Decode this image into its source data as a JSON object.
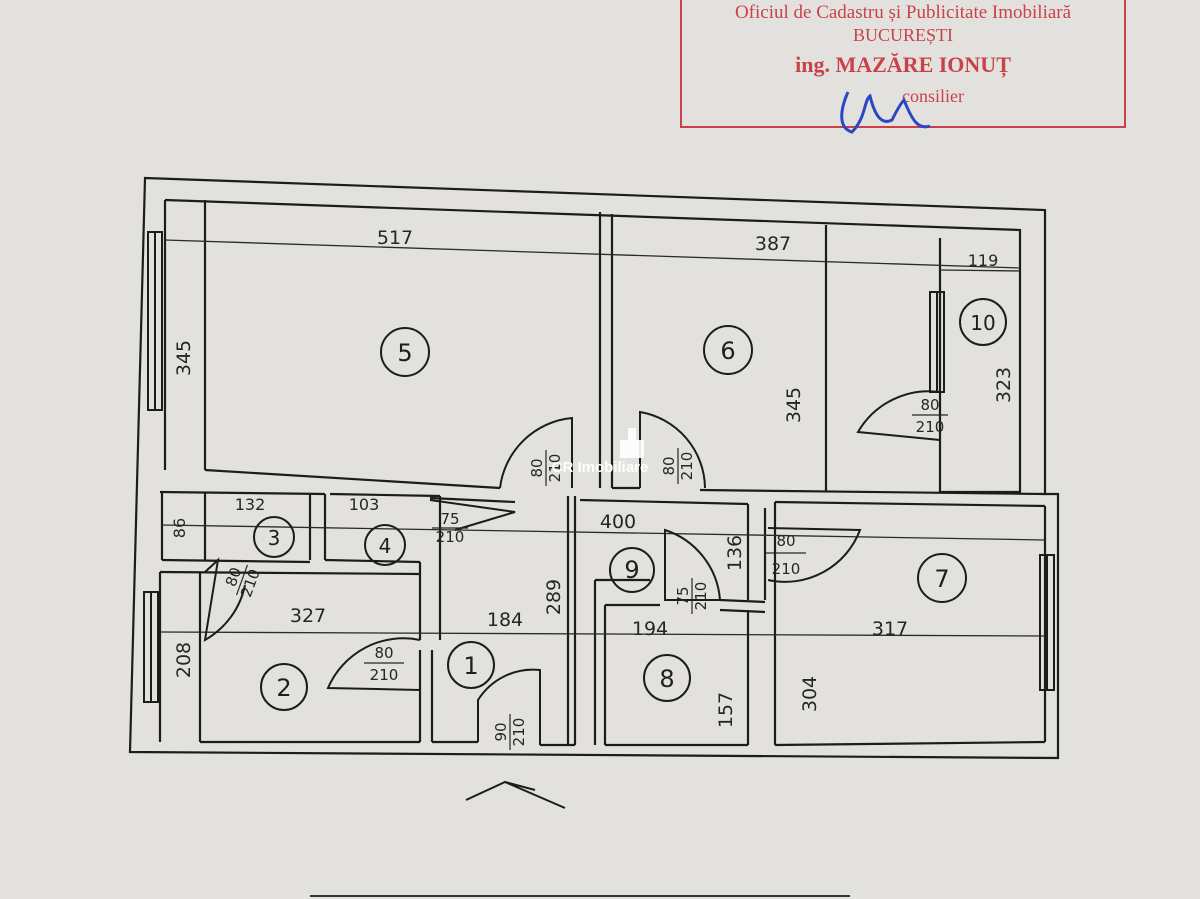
{
  "stamp": {
    "office": "Oficiul de Cadastru și Publicitate Imobiliară",
    "city": "BUCUREȘTI",
    "engineer": "ing. MAZĂRE IONUȚ",
    "role": "consilier"
  },
  "watermark": "CR Imobiliare",
  "rooms": [
    "1",
    "2",
    "3",
    "4",
    "5",
    "6",
    "7",
    "8",
    "9",
    "10"
  ],
  "dimensions": {
    "room5_width": "517",
    "room5_height": "345",
    "room6_width": "387",
    "room6_height": "345",
    "room10_width": "119",
    "room10_height": "323",
    "room3_width": "132",
    "room3_height": "86",
    "room4_width": "103",
    "hall_width": "400",
    "room2_width": "327",
    "room2_height": "208",
    "room1_width": "184",
    "room1_height": "289",
    "room8_width": "194",
    "room8_height": "157",
    "room9_height": "136",
    "room7_width": "317",
    "room7_height": "304"
  },
  "doors": {
    "d5": {
      "w": "80",
      "h": "210"
    },
    "d6": {
      "w": "80",
      "h": "210"
    },
    "d10": {
      "w": "80",
      "h": "210"
    },
    "d3": {
      "w": "80",
      "h": "210"
    },
    "d4": {
      "w": "75",
      "h": "210"
    },
    "d9": {
      "w": "75",
      "h": "210"
    },
    "d7": {
      "w": "80",
      "h": "210"
    },
    "d2": {
      "w": "80",
      "h": "210"
    },
    "d1": {
      "w": "90",
      "h": "210"
    }
  }
}
